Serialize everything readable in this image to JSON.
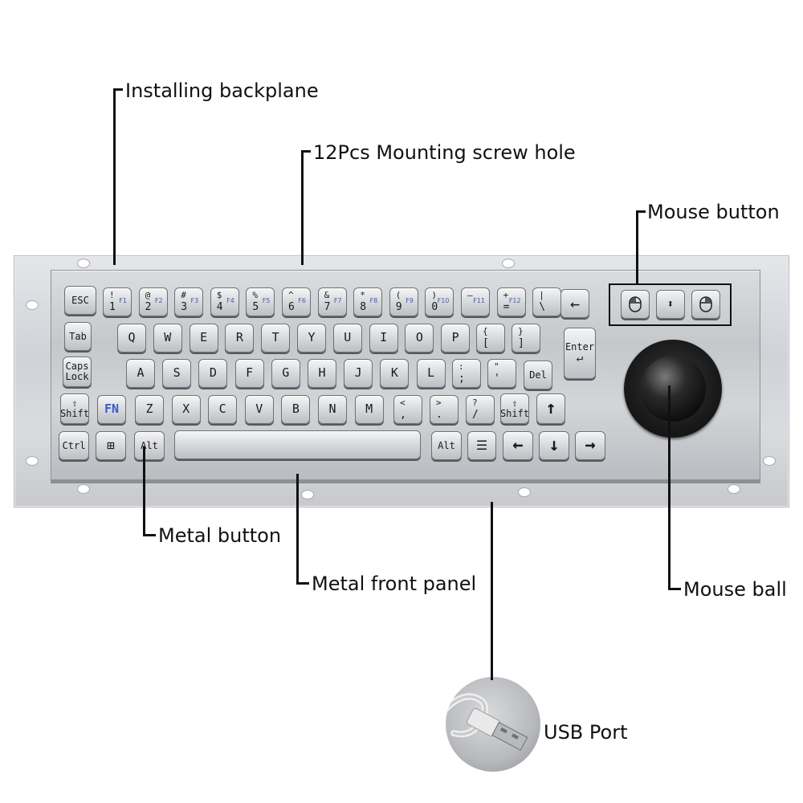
{
  "callouts": {
    "installing_backplane": "Installing backplane",
    "mounting_screw_hole": "12Pcs Mounting screw hole",
    "mouse_button": "Mouse button",
    "metal_button": "Metal button",
    "metal_front_panel": "Metal front panel",
    "mouse_ball": "Mouse ball",
    "usb_port": "USB Port"
  },
  "keys": {
    "esc": "ESC",
    "tab": "Tab",
    "caps": "Caps",
    "lock": "Lock",
    "shift": "Shift",
    "fn": "FN",
    "ctrl": "Ctrl",
    "alt": "Alt",
    "enter": "Enter",
    "del": "Del",
    "arrow_left": "←",
    "arrow_right": "→",
    "arrow_up": "↑",
    "arrow_down": "↓",
    "backspace": "←",
    "number_row": [
      {
        "shift": "!",
        "main": "1",
        "fn": "F1"
      },
      {
        "shift": "@",
        "main": "2",
        "fn": "F2"
      },
      {
        "shift": "#",
        "main": "3",
        "fn": "F3"
      },
      {
        "shift": "$",
        "main": "4",
        "fn": "F4"
      },
      {
        "shift": "%",
        "main": "5",
        "fn": "F5"
      },
      {
        "shift": "^",
        "main": "6",
        "fn": "F6"
      },
      {
        "shift": "&",
        "main": "7",
        "fn": "F7"
      },
      {
        "shift": "*",
        "main": "8",
        "fn": "F8"
      },
      {
        "shift": "(",
        "main": "9",
        "fn": "F9"
      },
      {
        "shift": ")",
        "main": "0",
        "fn": "F10"
      },
      {
        "shift": "—",
        "main": "",
        "fn": "F11"
      },
      {
        "shift": "+",
        "main": "=",
        "fn": "F12"
      },
      {
        "shift": "|",
        "main": "\\",
        "fn": ""
      }
    ],
    "qwerty_row": [
      "Q",
      "W",
      "E",
      "R",
      "T",
      "Y",
      "U",
      "I",
      "O",
      "P"
    ],
    "bracket_open": {
      "shift": "{",
      "main": "["
    },
    "bracket_close": {
      "shift": "}",
      "main": "]"
    },
    "asdf_row": [
      "A",
      "S",
      "D",
      "F",
      "G",
      "H",
      "J",
      "K",
      "L"
    ],
    "semicolon": {
      "shift": ":",
      "main": ";"
    },
    "quote": {
      "shift": "\"",
      "main": "'"
    },
    "zxcv_row": [
      "Z",
      "X",
      "C",
      "V",
      "B",
      "N",
      "M"
    ],
    "comma": {
      "shift": "<",
      "main": ","
    },
    "period": {
      "shift": ">",
      "main": "."
    },
    "slash": {
      "shift": "?",
      "main": "/"
    }
  },
  "colors": {
    "fn_key": "#3b5cc6",
    "line": "#111111"
  }
}
